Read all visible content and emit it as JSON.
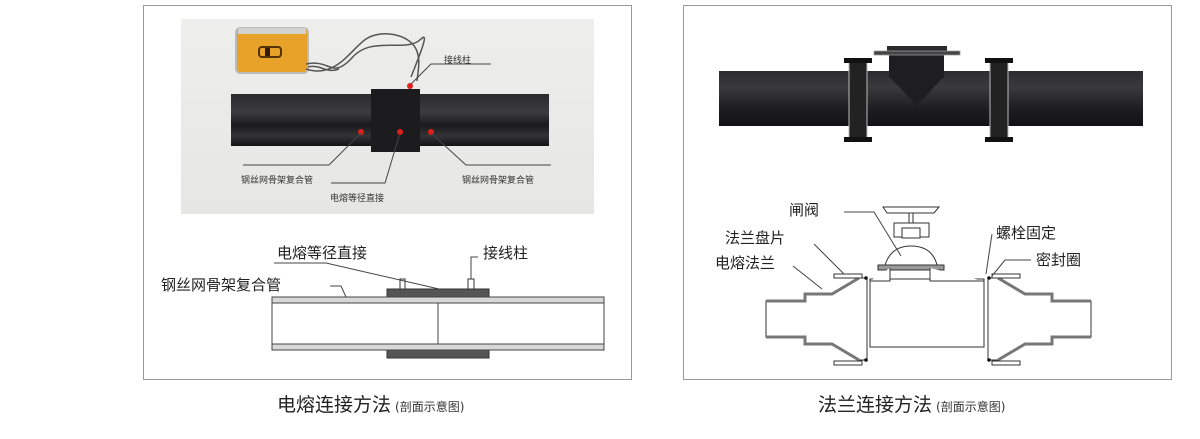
{
  "left_panel": {
    "photo_labels": {
      "terminal": "接线柱",
      "pipe_left": "钢丝网骨架复合管",
      "pipe_right": "钢丝网骨架复合管",
      "coupling": "电熔等径直接"
    },
    "diagram_labels": {
      "coupling": "电熔等径直接",
      "terminal": "接线柱",
      "pipe": "钢丝网骨架复合管"
    },
    "caption": {
      "title": "电熔连接方法",
      "subtitle": "(剖面示意图)"
    }
  },
  "right_panel": {
    "diagram_labels": {
      "gate_valve": "闸阀",
      "flange_plate": "法兰盘片",
      "bolt_fixing": "螺栓固定",
      "electrofusion_flange": "电熔法兰",
      "seal_ring": "密封圈"
    },
    "caption": {
      "title": "法兰连接方法",
      "subtitle": "(剖面示意图)"
    }
  },
  "colors": {
    "frame_border": "#9a9a9a",
    "pipe_black": "#1c1c1e",
    "welder_orange": "#e8a22a",
    "marker_red": "#e0201a",
    "coupling_gray": "#555555",
    "pipe_wall_gray": "#d8d8d8"
  }
}
